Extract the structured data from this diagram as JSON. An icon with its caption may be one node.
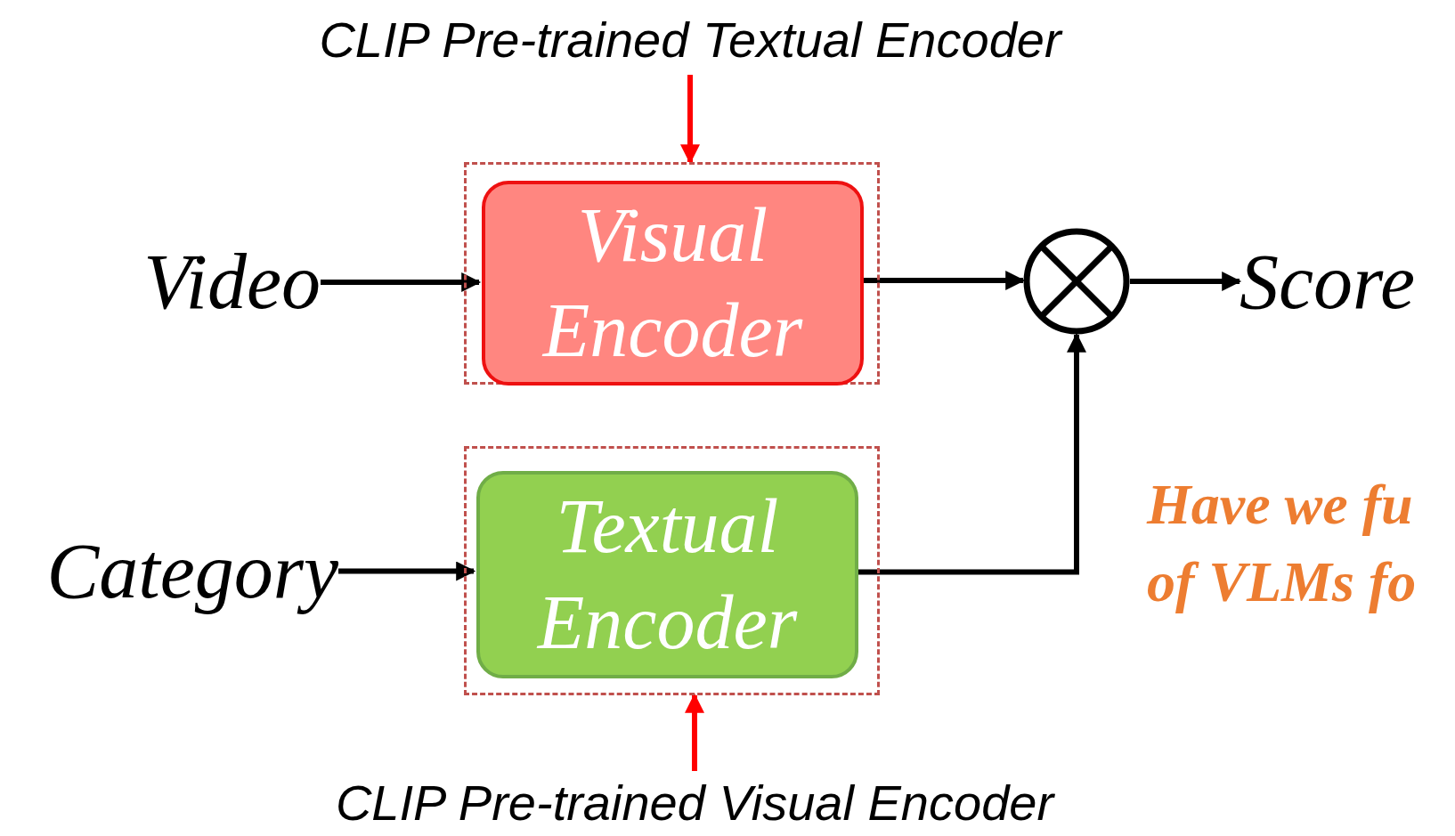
{
  "diagram": {
    "nodes": [
      {
        "text": [
          "CLIP Pre-trained Textual Encoder"
        ]
      },
      {
        "text": [
          "Video"
        ]
      },
      {
        "text": [],
        "shape": "box"
      },
      {
        "text": [
          "Visual Encoder"
        ],
        "in": 2
      },
      {
        "text": [],
        "shape": "circle"
      },
      {
        "text": [
          "Score"
        ]
      },
      {
        "text": [
          "Category"
        ]
      },
      {
        "text": [],
        "shape": "box"
      },
      {
        "text": [
          "Textual Encoder"
        ],
        "in": 7
      },
      {
        "text": [
          "CLIP Pre-trained Visual Encoder"
        ]
      }
    ],
    "edges": [
      {
        "from": 0,
        "to": 2,
        "arrow": "to",
        "color": "#ff0000"
      },
      {
        "from": 1,
        "to": 3,
        "arrow": "to"
      },
      {
        "from": 3,
        "to": 4,
        "arrow": "to"
      },
      {
        "from": 4,
        "to": 5,
        "arrow": "to"
      },
      {
        "from": 6,
        "to": 8,
        "arrow": "to"
      },
      {
        "from": 8,
        "to": 4,
        "arrow": "to"
      },
      {
        "from": 9,
        "to": 7,
        "arrow": "to",
        "color": "#ff0000"
      }
    ],
    "labels": [
      "Have we fu",
      "of VLMs fo"
    ]
  }
}
